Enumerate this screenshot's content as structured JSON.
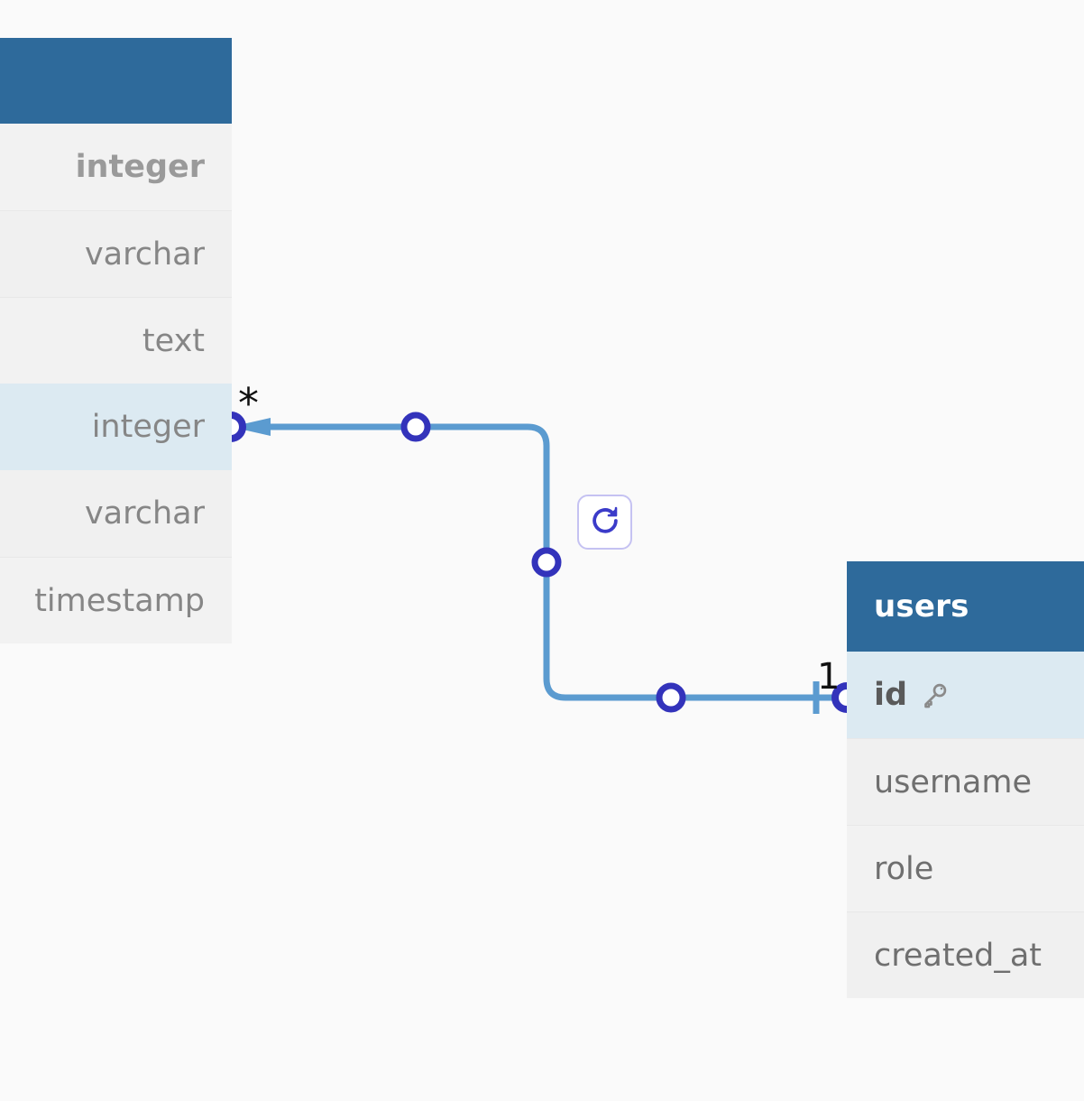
{
  "canvas": {
    "background_color": "#fafafa",
    "accent_color": "#2e6a9b",
    "relationship_line_color": "#5b9bd0",
    "handle_color": "#3333bb",
    "highlight_row_color": "#dceaf2"
  },
  "tables": {
    "source": {
      "header_title": "",
      "rows": [
        {
          "label": "integer"
        },
        {
          "label": "varchar"
        },
        {
          "label": "text"
        },
        {
          "label": "integer"
        },
        {
          "label": "varchar"
        },
        {
          "label": "timestamp"
        }
      ]
    },
    "users": {
      "header_title": "users",
      "rows": [
        {
          "label": "id",
          "icon": "key-icon"
        },
        {
          "label": "username",
          "icon": ""
        },
        {
          "label": "role",
          "icon": ""
        },
        {
          "label": "created_at",
          "icon": ""
        }
      ]
    }
  },
  "relationship": {
    "source_cardinality": "*",
    "target_cardinality": "1"
  },
  "toolbar": {
    "refresh_label": "",
    "refresh_icon": "refresh-icon"
  }
}
